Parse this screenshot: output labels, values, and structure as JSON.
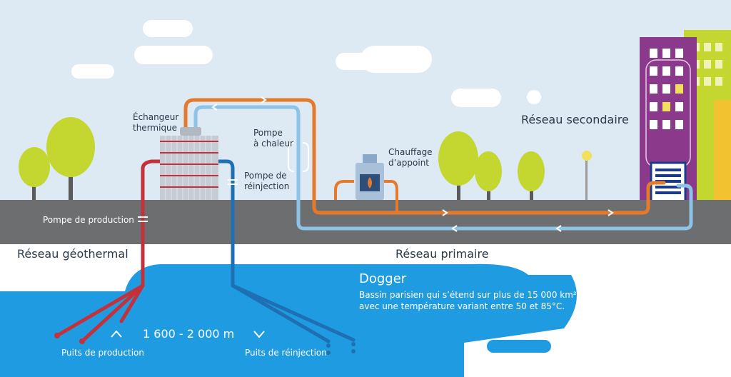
{
  "labels": {
    "echangeur": "Échangeur\nthermique",
    "pompe_chaleur": "Pompe\nà chaleur",
    "pompe_reinjection": "Pompe de\nréinjection",
    "chauffage": "Chauffage\nd’appoint",
    "reseau_secondaire": "Réseau secondaire",
    "pompe_production": "Pompe de production",
    "reseau_geothermal": "Réseau géothermal",
    "reseau_primaire": "Réseau primaire",
    "dogger_title": "Dogger",
    "dogger_desc": "Bassin parisien qui s’étend sur plus de 15 000 km²\navec une température variant entre 50 et 85°C.",
    "depth": "1 600 - 2 000 m",
    "puits_production": "Puits de production",
    "puits_reinjection": "Puits de réinjection"
  },
  "colors": {
    "sky": "#dde9f3",
    "ground": "#6d6e70",
    "aquifer": "#1f9be1",
    "hot_pipe_red": "#c3313a",
    "hot_pipe_orange": "#e57a2c",
    "cold_pipe_blue": "#3d8ec9",
    "cold_pipe_light": "#8cc3e6",
    "tree_green": "#c3d730",
    "building_purple": "#8b3a8b"
  }
}
